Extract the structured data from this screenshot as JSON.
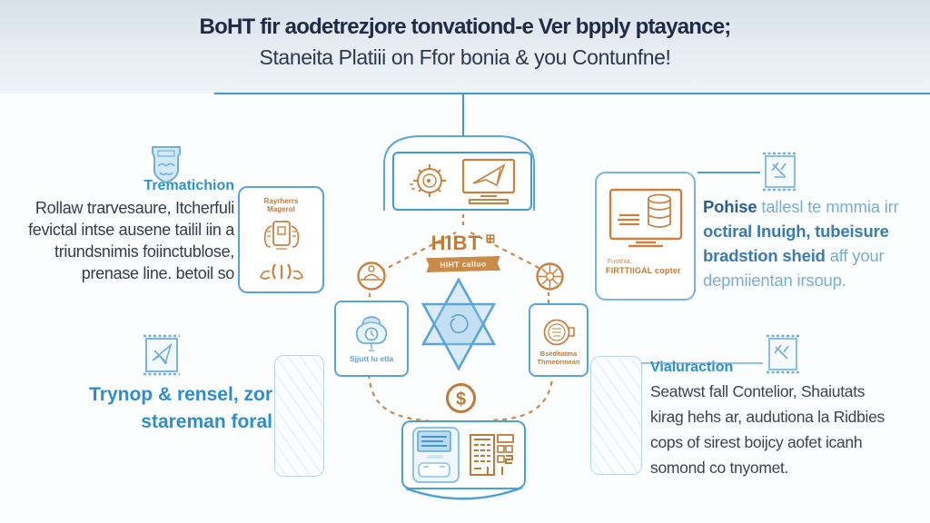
{
  "header": {
    "title": "BoHT fir aodetrezjore tonvationd-e Ver bpply ptayance;",
    "subtitle": "Staneita Platiii on Ffor bonia & you Contunfne!"
  },
  "left_top": {
    "heading": "Trematichion",
    "line1": "Rollaw trarvesaure, Itcherfuli",
    "line2": "fevictal intse ausene tailil iin a",
    "line3": "triundsnimis foiinctublose,",
    "line4": "prenase line. betoil so"
  },
  "passport_card": {
    "title1": "Rayrherrs",
    "title2": "Magerol"
  },
  "left_bottom": {
    "line1": "Trynop & rensel, zor",
    "line2": "stareman foral"
  },
  "center": {
    "hibt": "HIBT",
    "hibt_glyph": "⊞",
    "ribbon": "HIHT calluo",
    "left_chip_label": "Sjjutt lu etla",
    "right_chip_label1": "Bsedhatma",
    "right_chip_label2": "Thmeormean",
    "dollar_glyph": "$"
  },
  "right_card": {
    "tiny": "Fusithia,",
    "label": "FIRTTIIGAL copter"
  },
  "right_top": {
    "bold1": "Pohise",
    "rest1": " tallesl te mmmia irr",
    "bold2": "octiral Inuigh, tubeisure",
    "bold3": "bradstion sheid",
    "rest3": " aff your",
    "rest4": "depmiientan irsoup."
  },
  "right_bottom": {
    "heading": "Vialuraction",
    "line1": "Seatwst fall Contelior, Shaiutats",
    "line2": "kirag hehs ar, audutiona la Ridbies",
    "line3": "cops of sirest boijcy aofet icanh",
    "line4": "somond co tnyomet."
  },
  "colors": {
    "blue": "#3f9bd1",
    "light_blue": "#79b5dc",
    "orange": "#c9813f",
    "navy": "#1f2b45"
  }
}
